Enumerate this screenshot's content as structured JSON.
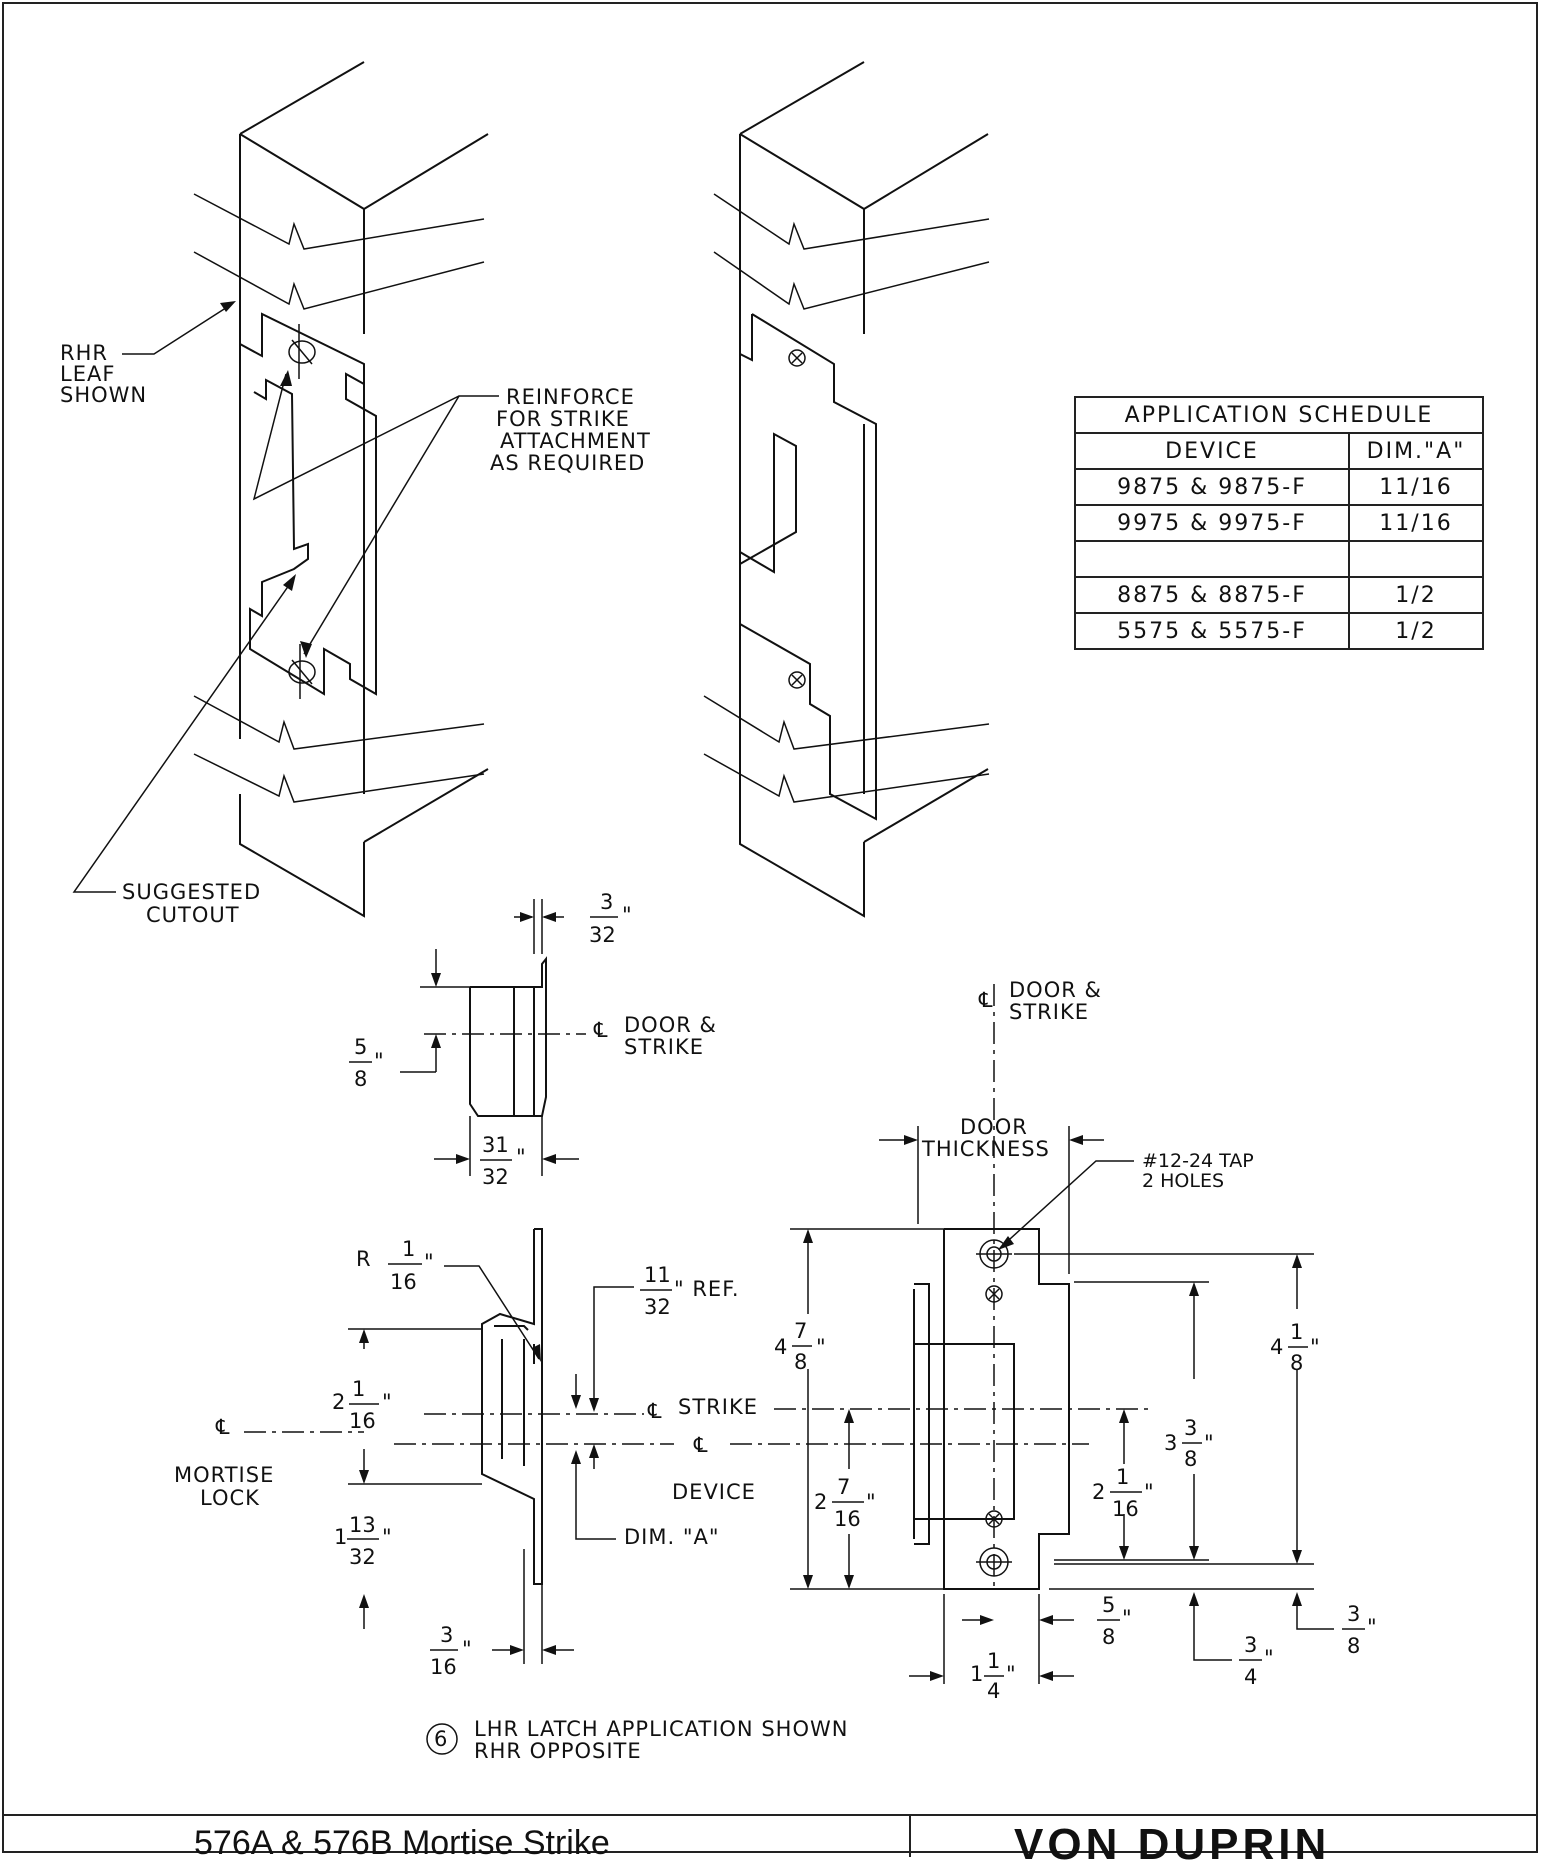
{
  "schedule": {
    "title": "APPLICATION SCHEDULE",
    "col_device": "DEVICE",
    "col_dim": "DIM.\"A\"",
    "rows": [
      {
        "device": "9875 & 9875-F",
        "dim": "11/16"
      },
      {
        "device": "9975 & 9975-F",
        "dim": "11/16"
      },
      {
        "device": "",
        "dim": ""
      },
      {
        "device": "8875 & 8875-F",
        "dim": "1/2"
      },
      {
        "device": "5575 & 5575-F",
        "dim": "1/2"
      }
    ]
  },
  "iso_labels": {
    "rhr": [
      "RHR",
      "LEAF",
      "SHOWN"
    ],
    "reinforce": [
      "REINFORCE",
      "FOR STRIKE",
      "ATTACHMENT",
      "AS REQUIRED"
    ],
    "cutout": [
      "SUGGESTED",
      "CUTOUT"
    ]
  },
  "dims": {
    "d3_32": {
      "num": "3",
      "den": "32"
    },
    "d5_8a": {
      "num": "5",
      "den": "8"
    },
    "d31_32": {
      "num": "31",
      "den": "32"
    },
    "door_strike": [
      "DOOR &",
      "STRIKE"
    ],
    "door_thickness": [
      "DOOR",
      "THICKNESS"
    ],
    "tap": [
      "#12-24 TAP",
      "2 HOLES"
    ],
    "r": "R",
    "r1_16": {
      "num": "1",
      "den": "16"
    },
    "ref11_32": {
      "num": "11",
      "den": "32",
      "suffix": "\" REF."
    },
    "d2_1_16a": {
      "whole": "2",
      "num": "1",
      "den": "16"
    },
    "d1_13_32": {
      "whole": "1",
      "num": "13",
      "den": "32"
    },
    "d3_16": {
      "num": "3",
      "den": "16"
    },
    "strike": "STRIKE",
    "device": "DEVICE",
    "mortise": [
      "MORTISE",
      "LOCK"
    ],
    "dim_a": "DIM. \"A\"",
    "d4_7_8": {
      "whole": "4",
      "num": "7",
      "den": "8"
    },
    "d2_7_16": {
      "whole": "2",
      "num": "7",
      "den": "16"
    },
    "d2_1_16b": {
      "whole": "2",
      "num": "1",
      "den": "16"
    },
    "d3_3_8": {
      "whole": "3",
      "num": "3",
      "den": "8"
    },
    "d4_1_8": {
      "whole": "4",
      "num": "1",
      "den": "8"
    },
    "d5_8b": {
      "num": "5",
      "den": "8"
    },
    "d1_1_4": {
      "whole": "1",
      "num": "1",
      "den": "4"
    },
    "d3_4": {
      "num": "3",
      "den": "4"
    },
    "d3_8": {
      "num": "3",
      "den": "8"
    }
  },
  "note": {
    "number": "6",
    "lines": [
      "LHR LATCH APPLICATION SHOWN",
      "RHR  OPPOSITE"
    ]
  },
  "title_block": {
    "title": "576A & 576B Mortise Strike",
    "brand": "VON DUPRIN"
  }
}
